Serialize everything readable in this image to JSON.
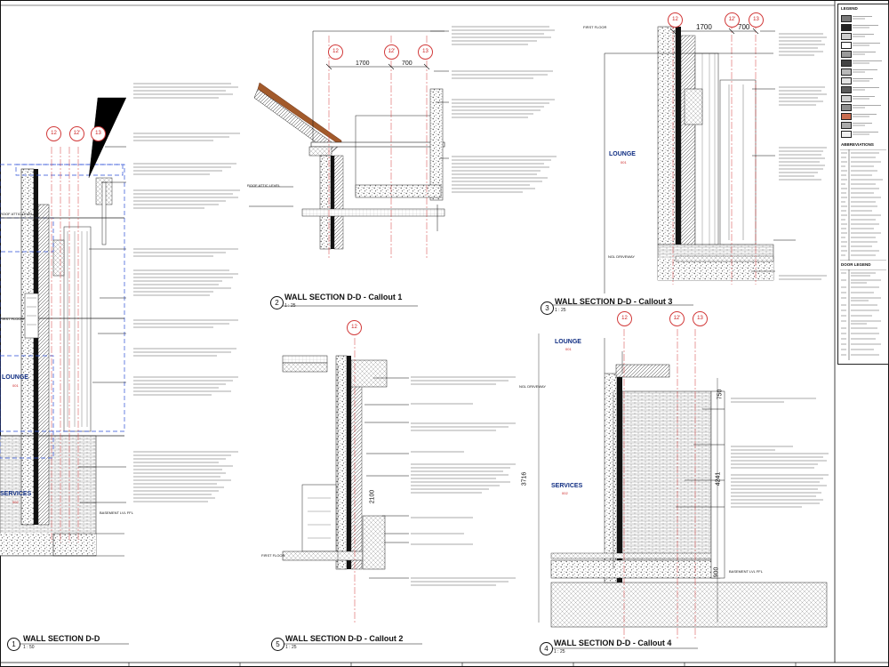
{
  "sheet": {
    "views": [
      {
        "number": "1",
        "title": "WALL SECTION D-D",
        "scale": "1 : 50"
      },
      {
        "number": "2",
        "title": "WALL SECTION D-D - Callout 1",
        "scale": "1 : 25"
      },
      {
        "number": "3",
        "title": "WALL SECTION D-D - Callout 3",
        "scale": "1 : 25"
      },
      {
        "number": "5",
        "title": "WALL SECTION D-D - Callout 2",
        "scale": "1 : 25"
      },
      {
        "number": "4",
        "title": "WALL SECTION D-D - Callout 4",
        "scale": "1 : 25"
      }
    ],
    "grid_bubbles": [
      "12",
      "12'",
      "13"
    ],
    "dimensions": {
      "d1700": "1700",
      "d700": "700",
      "d3716": "3716",
      "d4241": "4241",
      "d750": "750",
      "d2100": "2100",
      "d900": "900"
    },
    "rooms": [
      {
        "name": "LOUNGE",
        "num": "001"
      },
      {
        "name": "SERVICES",
        "num": "002"
      }
    ],
    "levels": {
      "roof_attic": "ROOF ATTIC LEVEL",
      "first_floor": "FIRST FLOOR",
      "ngl": "NGL DRIVEWAY",
      "basement": "BASEMENT LVL FFL"
    },
    "legend": {
      "title": "LEGEND",
      "abbrev_title": "ABBREVIATIONS",
      "door_title": "DOOR LEGEND",
      "swatches": [
        {
          "color": "#7a7a7a"
        },
        {
          "color": "#222222"
        },
        {
          "color": "#cfcfcf"
        },
        {
          "color": "#ffffff"
        },
        {
          "color": "#9a9a9a"
        },
        {
          "color": "#444444"
        },
        {
          "color": "#b9b9b9"
        },
        {
          "color": "#e3e3e3"
        },
        {
          "color": "#5a5a5a"
        },
        {
          "color": "#d2d2d2"
        },
        {
          "color": "#8f8f8f"
        },
        {
          "color": "#c96c4f"
        },
        {
          "color": "#aaaaaa"
        },
        {
          "color": "#f0f0f0"
        }
      ]
    }
  }
}
